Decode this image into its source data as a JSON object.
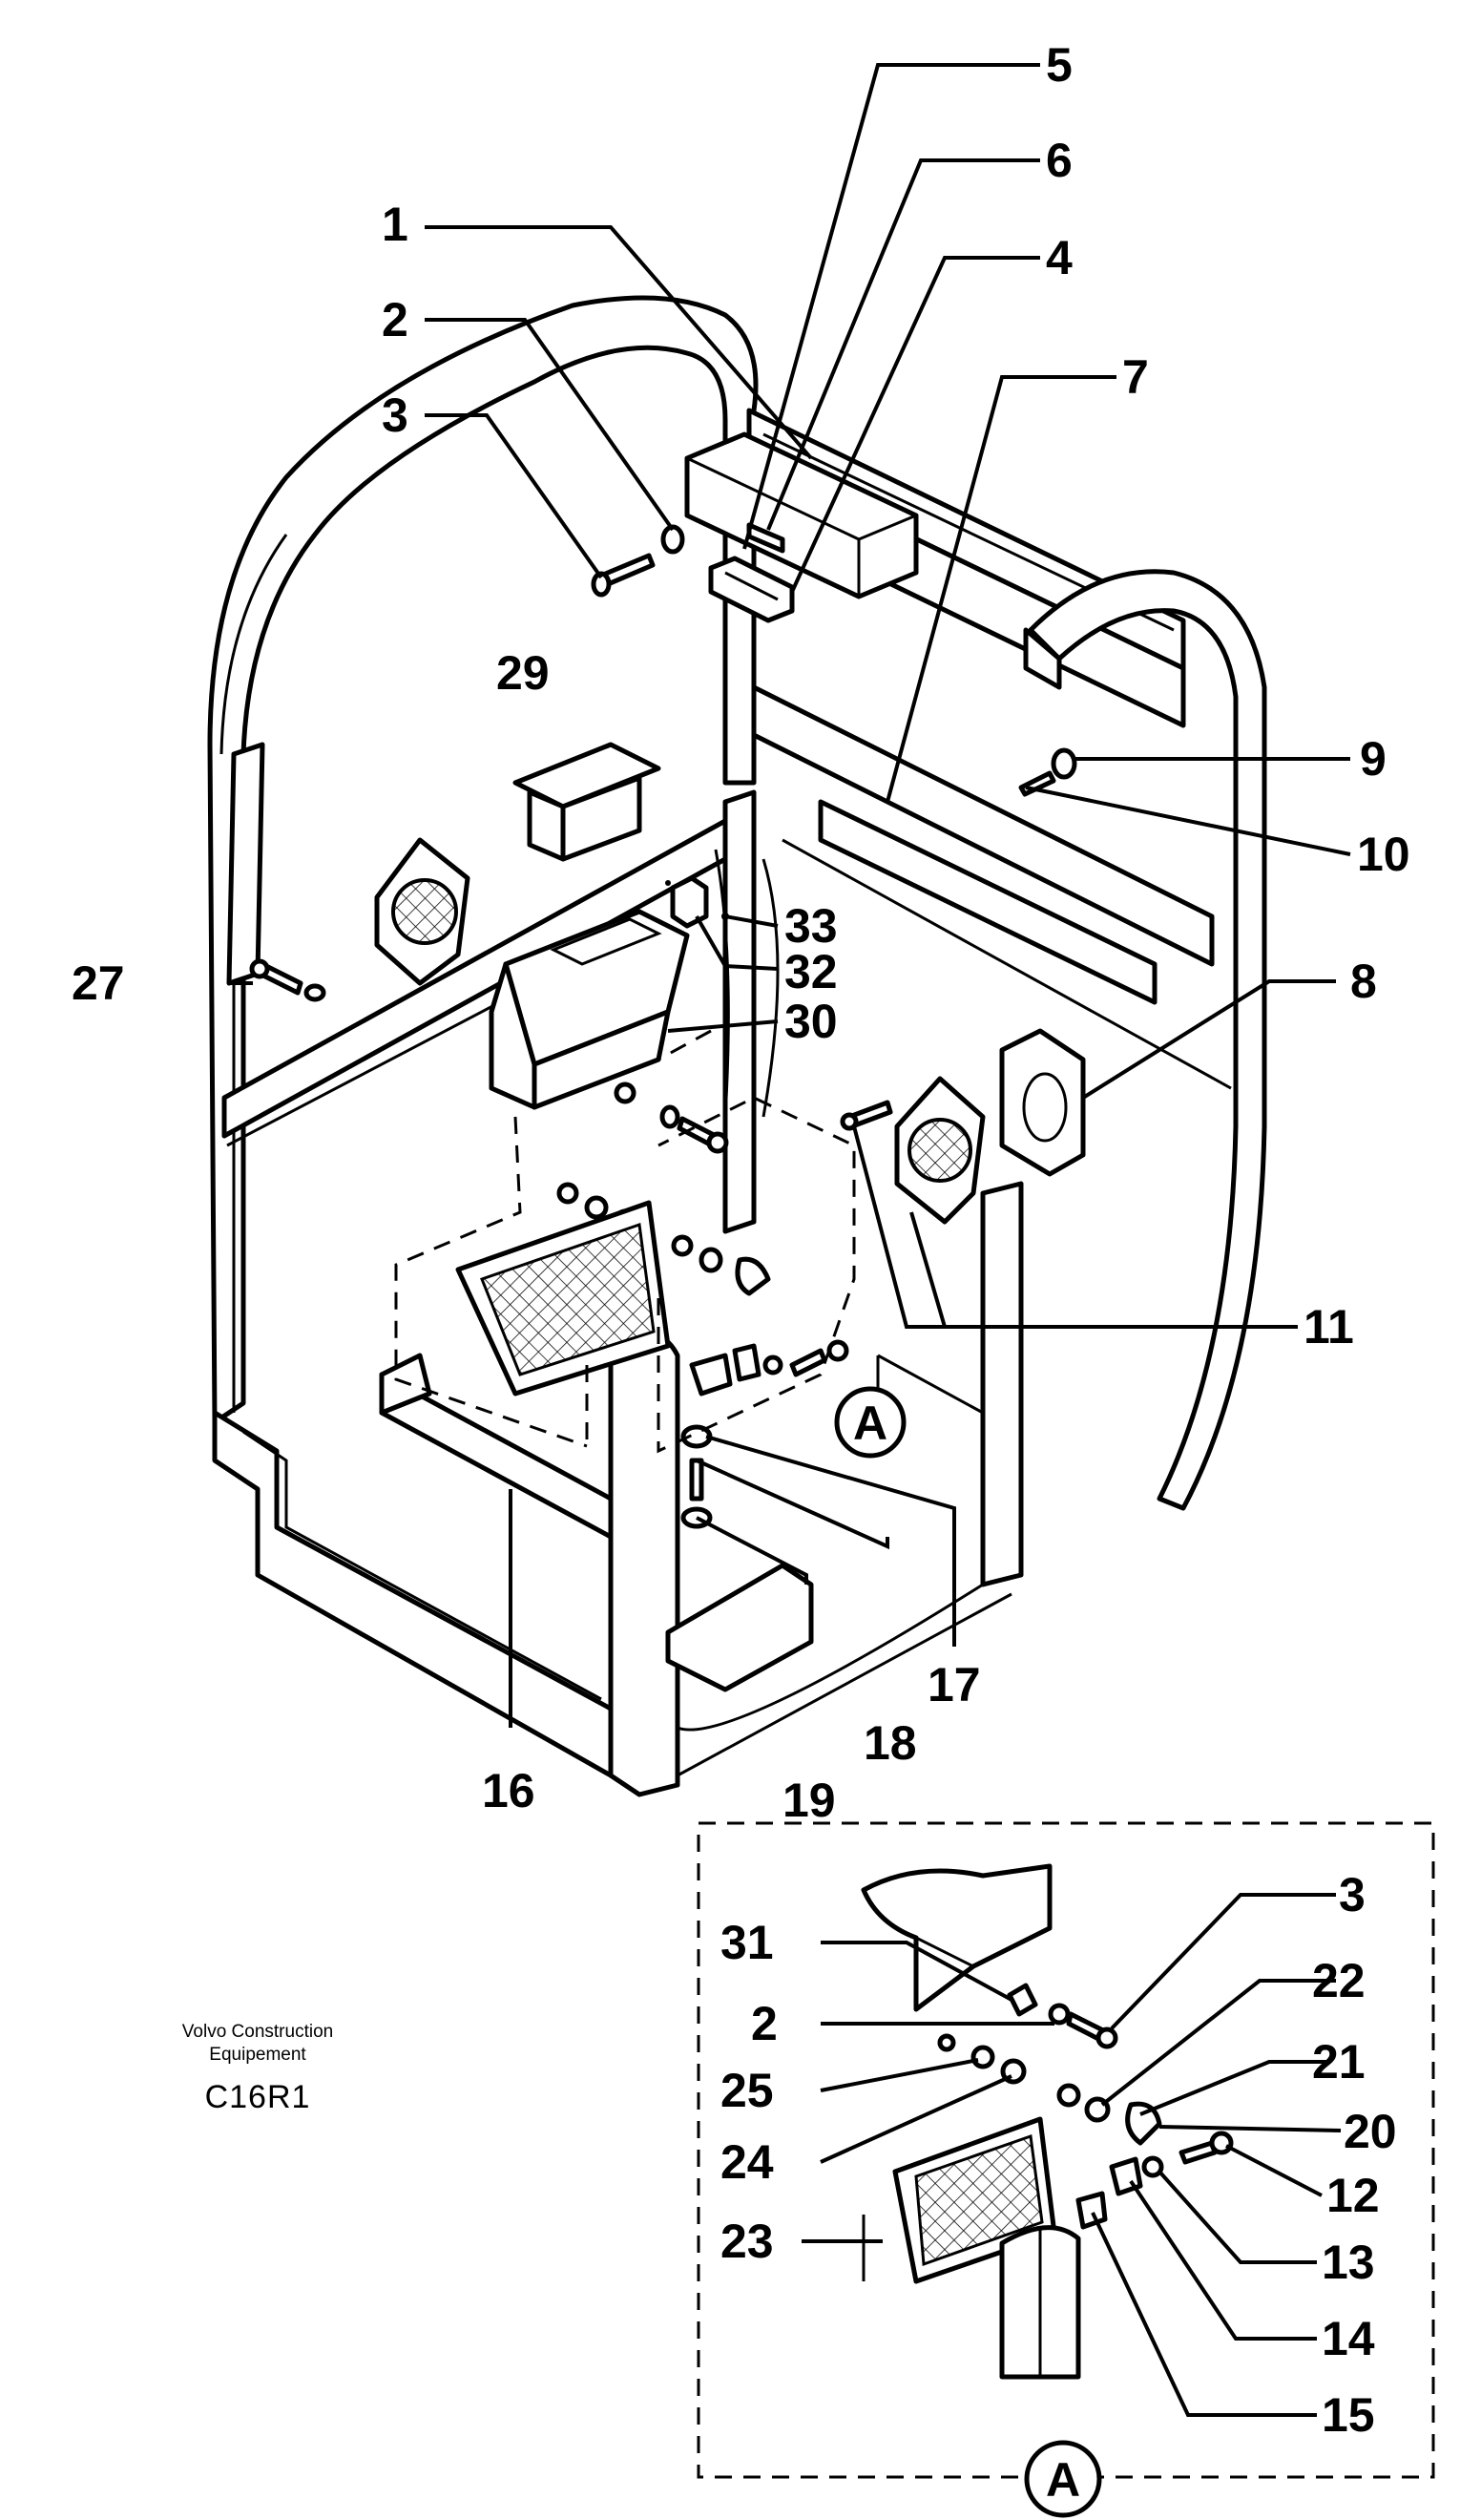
{
  "credit_line1": "Volvo Construction",
  "credit_line2": "Equipement",
  "drawing_code": "C16R1",
  "detail_marker": "A",
  "detail_footer_marker": "A",
  "callouts": {
    "c1": "1",
    "c2": "2",
    "c3": "3",
    "c4": "4",
    "c5": "5",
    "c6": "6",
    "c7": "7",
    "c8": "8",
    "c9": "9",
    "c10": "10",
    "c11": "11",
    "c16": "16",
    "c17": "17",
    "c18": "18",
    "c19": "19",
    "c27": "27",
    "c29": "29",
    "c30": "30",
    "c32": "32",
    "c33": "33",
    "d3": "3",
    "d31": "31",
    "d2": "2",
    "d22": "22",
    "d25": "25",
    "d21": "21",
    "d24": "24",
    "d20": "20",
    "d12": "12",
    "d23": "23",
    "d13": "13",
    "d14": "14",
    "d15": "15"
  }
}
